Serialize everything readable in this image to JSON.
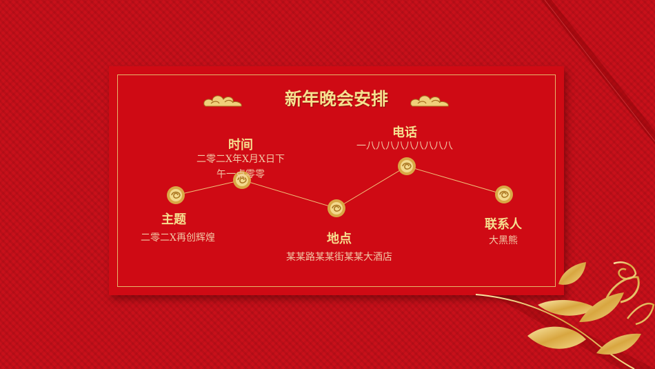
{
  "title": "新年晚会安排",
  "items": {
    "theme": {
      "label": "主题",
      "value": "二零二X再创辉煌"
    },
    "time": {
      "label": "时间",
      "value_line1": "二零二X年X月X日下",
      "value_line2": "午一点零零"
    },
    "place": {
      "label": "地点",
      "value": "某某路某某街某某大酒店"
    },
    "phone": {
      "label": "电话",
      "value": "一八八八八八八八八八"
    },
    "contact": {
      "label": "联系人",
      "value": "大黑熊"
    }
  },
  "colors": {
    "background": "#c8101a",
    "card": "#cf0a14",
    "gold": "#f6df8f",
    "value_text": "#f2c9a6"
  },
  "icons": [
    "cloud-ornament-icon",
    "gold-rose-icon",
    "gold-leaf-ornament"
  ]
}
